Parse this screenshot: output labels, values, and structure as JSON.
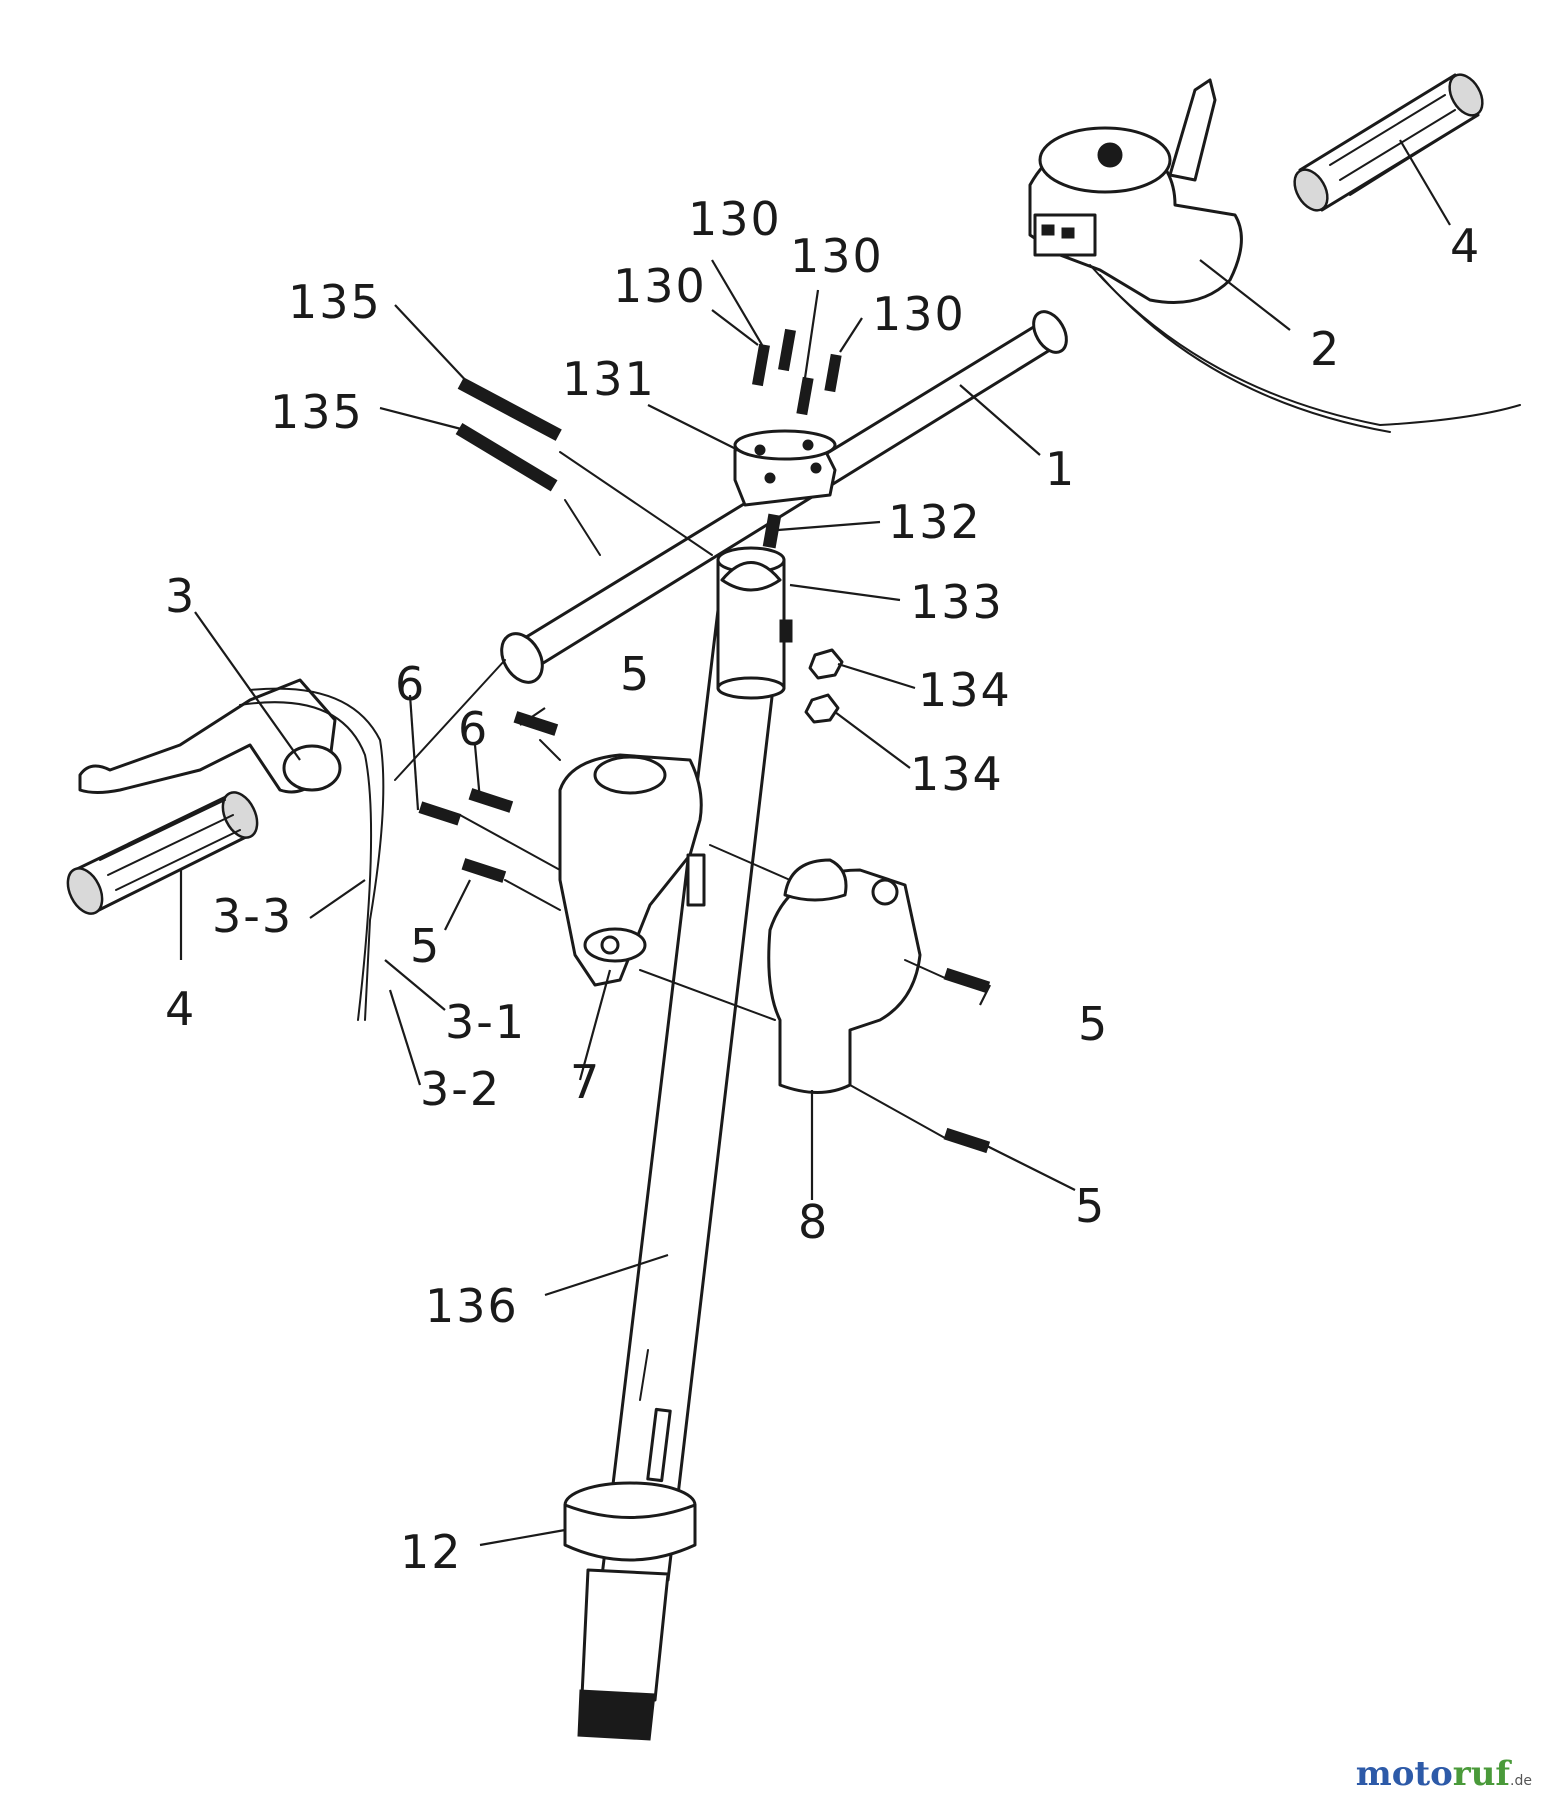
{
  "diagram": {
    "labels": [
      {
        "id": "l130a",
        "text": "130"
      },
      {
        "id": "l130b",
        "text": "130"
      },
      {
        "id": "l130c",
        "text": "130"
      },
      {
        "id": "l130d",
        "text": "130"
      },
      {
        "id": "l135a",
        "text": "135"
      },
      {
        "id": "l135b",
        "text": "135"
      },
      {
        "id": "l131",
        "text": "131"
      },
      {
        "id": "l132",
        "text": "132"
      },
      {
        "id": "l133",
        "text": "133"
      },
      {
        "id": "l134a",
        "text": "134"
      },
      {
        "id": "l134b",
        "text": "134"
      },
      {
        "id": "l1",
        "text": "1"
      },
      {
        "id": "l2",
        "text": "2"
      },
      {
        "id": "l4r",
        "text": "4"
      },
      {
        "id": "l3",
        "text": "3"
      },
      {
        "id": "l6a",
        "text": "6"
      },
      {
        "id": "l6b",
        "text": "6"
      },
      {
        "id": "l5a",
        "text": "5"
      },
      {
        "id": "l5b",
        "text": "5"
      },
      {
        "id": "l5c",
        "text": "5"
      },
      {
        "id": "l5d",
        "text": "5"
      },
      {
        "id": "l4l",
        "text": "4"
      },
      {
        "id": "l33",
        "text": "3-3"
      },
      {
        "id": "l31",
        "text": "3-1"
      },
      {
        "id": "l32",
        "text": "3-2"
      },
      {
        "id": "l7",
        "text": "7"
      },
      {
        "id": "l8",
        "text": "8"
      },
      {
        "id": "l136",
        "text": "136"
      },
      {
        "id": "l12",
        "text": "12"
      }
    ]
  },
  "watermark": {
    "part1": "moto",
    "part2": "ruf",
    "tld": ".de"
  }
}
